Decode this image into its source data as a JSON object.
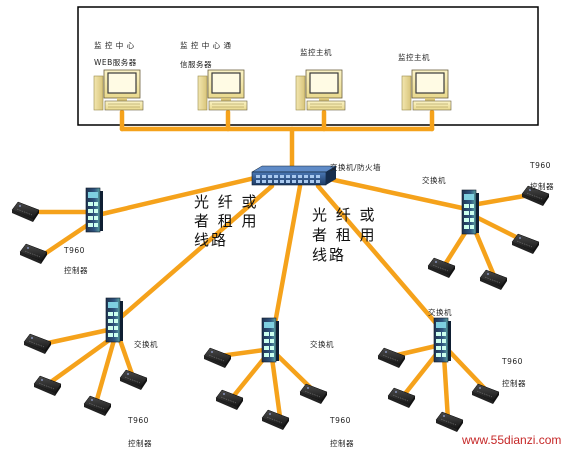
{
  "center": {
    "labels": [
      "监 控 中 心",
      "WEB服务器",
      "监 控 中 心 通",
      "信服务器",
      "监控主机",
      "监控主机"
    ]
  },
  "core_switch_label": "交换机/防火墙",
  "media_labels": [
    [
      "光 纤 或",
      "者 租 用",
      "线路"
    ],
    [
      "光 纤 或",
      "者 租 用",
      "线路"
    ]
  ],
  "switch_label": "交换机",
  "controller": {
    "model": "T960",
    "name": "控制器"
  },
  "watermark": "www.55dianzi.com",
  "colors": {
    "link": "#f5a21b",
    "switch_body": "#2b4d7a",
    "device": "#2a2a2a"
  }
}
